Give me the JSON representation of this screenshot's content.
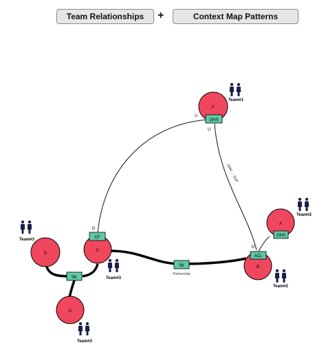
{
  "header": {
    "left_button": "Team Relationships",
    "plus": "+",
    "right_button": "Context Map Patterns"
  },
  "nodes": {
    "F": {
      "label": "F",
      "team": "Team#1"
    },
    "A": {
      "label": "A",
      "team": "Team#2"
    },
    "B": {
      "label": "B",
      "team": "Team#2"
    },
    "C": {
      "label": "C",
      "team": "Team#3"
    },
    "D1": {
      "label": "D",
      "team": "Team#3"
    },
    "D2": {
      "label": "D",
      "team": "Team#3"
    }
  },
  "patterns": {
    "ohs_f": "OHS",
    "ohs_a": "OHS",
    "cf": "CF",
    "acl": "ACL",
    "sk_mid": "SK",
    "sk_left": "SK"
  },
  "edge_labels": {
    "u_left": "U",
    "u_below": "U",
    "d_cf": "D",
    "d_acl": "D",
    "ohs_sup": "OHS → SUP",
    "partnership": "Partnership"
  },
  "colors": {
    "node": "#f0465e",
    "pattern": "#5ec9a6",
    "people": "#1a1f4a"
  }
}
